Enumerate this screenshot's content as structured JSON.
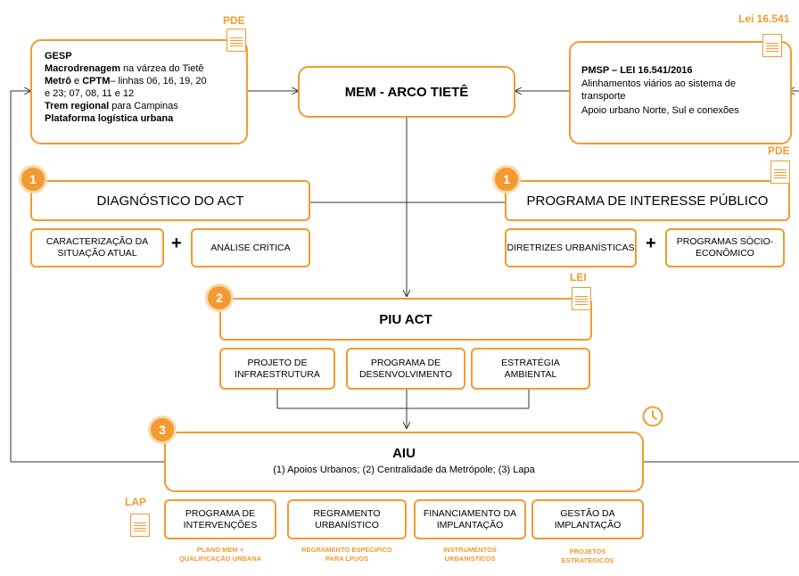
{
  "center_box": {
    "title": "MEM - ARCO TIETÊ"
  },
  "left_info": {
    "doc_label": "PDE",
    "line1": "GESP",
    "line2_bold": "Macrodrenagem",
    "line2_rest": " na várzea do Tietê",
    "line3_bold_a": "Metrô",
    "line3_mid": " e ",
    "line3_bold_b": "CPTM",
    "line3_rest": "– linhas 06, 16, 19, 20",
    "line4": "e 23;  07, 08, 11 e 12",
    "line5_bold": "Trem regional",
    "line5_rest": " para Campinas",
    "line6": "Plataforma logística  urbana"
  },
  "right_info": {
    "doc_label": "Lei 16.541",
    "line1": "PMSP – LEI 16.541/2016",
    "line2": "Alinhamentos viários ao sistema de",
    "line3": "transporte",
    "line4": "Apoio urbano Norte, Sul e conexões"
  },
  "diagnostico": {
    "badge": "1",
    "title": "DIAGNÓSTICO DO ACT",
    "sub1": "CARACTERIZAÇÃO DA SITUAÇÃO ATUAL",
    "plus": "+",
    "sub2": "ANÁLISE CRÍTICA"
  },
  "programa": {
    "badge": "1",
    "doc_label": "PDE",
    "title": "PROGRAMA DE INTERESSE PÚBLICO",
    "sub1": "DIRETRIZES URBANÍSTICAS",
    "plus": "+",
    "sub2": "PROGRAMAS SÓCIO-ECONÔMICO"
  },
  "piu": {
    "badge": "2",
    "doc_label": "LEI",
    "title": "PIU ACT",
    "sub1": "PROJETO  DE INFRAESTRUTURA",
    "sub2": "PROGRAMA DE DESENVOLVIMENTO",
    "sub3": "ESTRATÉGIA AMBIENTAL"
  },
  "aiu": {
    "badge": "3",
    "title": "AIU",
    "subtitle": "(1) Apoios Urbanos; (2) Centralidade da Metrópole; (3) Lapa",
    "clock_icon": "clock-icon"
  },
  "bottom": {
    "doc_label": "LAP",
    "items": [
      {
        "label": "PROGRAMA DE INTERVENÇÕES",
        "note": "PLANO MEM + QUALIFICAÇÃO URBANA"
      },
      {
        "label": "REGRAMENTO URBANÍSTICO",
        "note": "REGRAMENTO ESPECIFICO PARA LPUOS"
      },
      {
        "label": "FINANCIAMENTO DA IMPLANTAÇÃO",
        "note": "INSTRUMENTOS URBANISTICOS"
      },
      {
        "label": "GESTÃO DA IMPLANTAÇÃO",
        "note": "PROJETOS ESTRATÉGICOS"
      }
    ]
  },
  "colors": {
    "accent": "#f29b30",
    "accent_light": "#fbd9ae"
  }
}
